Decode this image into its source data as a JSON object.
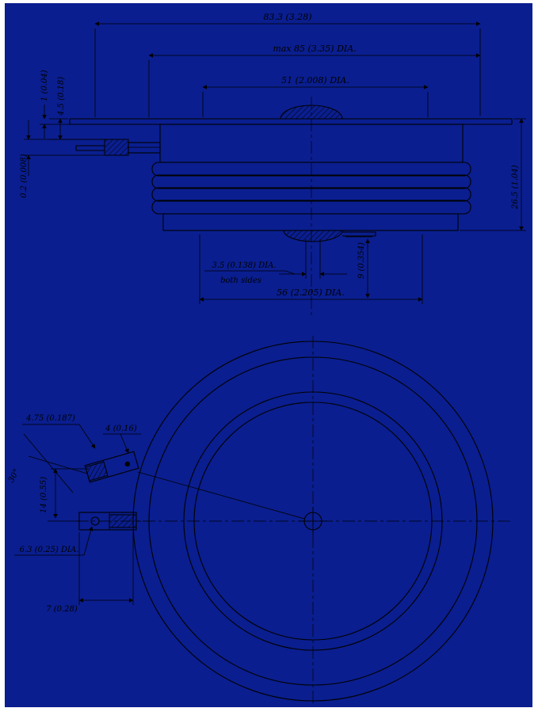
{
  "colors": {
    "background": "#0a1e8f",
    "ink": "#000000",
    "paper": "#ffffff"
  },
  "side_view": {
    "dims": {
      "overall": "83.3 (3.28)",
      "max_dia": "max 85 (3.35) DIA.",
      "pole_dia": "51 (2.008) DIA.",
      "body_dia": "56 (2.205) DIA.",
      "plate_gap": "4.5 (0.18)",
      "plate_thk": "1 (0.04)",
      "lug_thk": "0.2 (0.008)",
      "height": "26.5 (1.04)",
      "gate_depth": "9 (0.354)",
      "hole_dia": "3.5 (0.138) DIA.",
      "hole_note": "both sides"
    }
  },
  "bottom_view": {
    "dims": {
      "lug_width": "4.75 (0.187)",
      "lug_end": "4 (0.16)",
      "angle": "30°",
      "lead_offset": "14 (0.55)",
      "hole_dia": "6.3 (0.25) DIA.",
      "hole_pos": "7 (0.28)"
    }
  }
}
